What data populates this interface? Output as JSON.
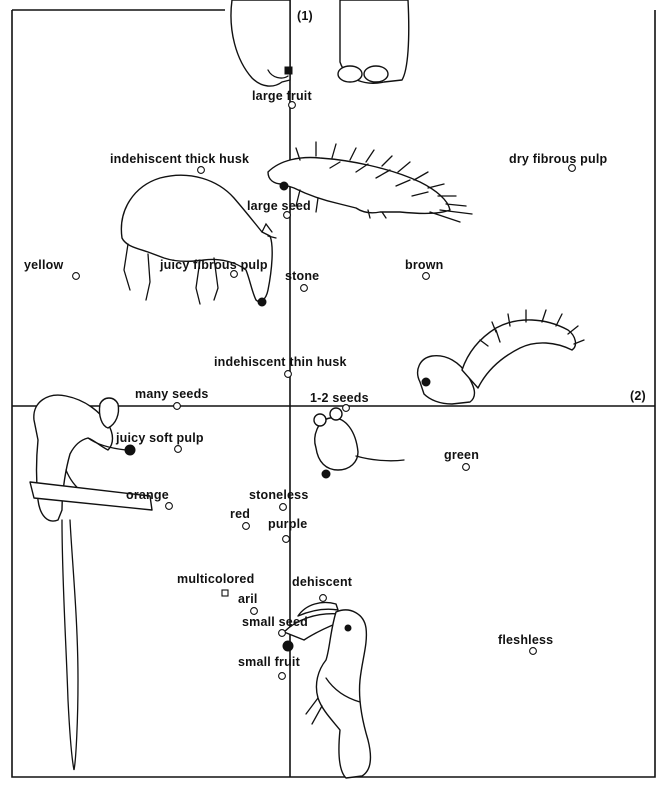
{
  "axes": {
    "axis1_label": "(1)",
    "axis2_label": "(2)"
  },
  "characters": [
    {
      "key": "large_fruit",
      "label": "large fruit",
      "marker": "circle"
    },
    {
      "key": "indehiscent_thick_husk",
      "label": "indehiscent thick husk",
      "marker": "circle"
    },
    {
      "key": "dry_fibrous_pulp",
      "label": "dry fibrous pulp",
      "marker": "circle"
    },
    {
      "key": "large_seed",
      "label": "large seed",
      "marker": "circle"
    },
    {
      "key": "yellow",
      "label": "yellow",
      "marker": "circle"
    },
    {
      "key": "juicy_fibrous_pulp",
      "label": "juicy fibrous pulp",
      "marker": "circle"
    },
    {
      "key": "stone",
      "label": "stone",
      "marker": "circle"
    },
    {
      "key": "brown",
      "label": "brown",
      "marker": "circle"
    },
    {
      "key": "indehiscent_thin_husk",
      "label": "indehiscent thin husk",
      "marker": "circle"
    },
    {
      "key": "many_seeds",
      "label": "many seeds",
      "marker": "circle"
    },
    {
      "key": "one_two_seeds",
      "label": "1-2 seeds",
      "marker": "circle"
    },
    {
      "key": "juicy_soft_pulp",
      "label": "juicy soft pulp",
      "marker": "circle"
    },
    {
      "key": "green",
      "label": "green",
      "marker": "circle"
    },
    {
      "key": "orange",
      "label": "orange",
      "marker": "circle"
    },
    {
      "key": "stoneless",
      "label": "stoneless",
      "marker": "circle"
    },
    {
      "key": "red",
      "label": "red",
      "marker": "circle"
    },
    {
      "key": "purple",
      "label": "purple",
      "marker": "circle"
    },
    {
      "key": "multicolored",
      "label": "multicolored",
      "marker": "square"
    },
    {
      "key": "dehiscent",
      "label": "dehiscent",
      "marker": "circle"
    },
    {
      "key": "aril",
      "label": "aril",
      "marker": "circle"
    },
    {
      "key": "small_seed",
      "label": "small seed",
      "marker": "circle"
    },
    {
      "key": "fleshless",
      "label": "fleshless",
      "marker": "circle"
    },
    {
      "key": "small_fruit",
      "label": "small fruit",
      "marker": "circle"
    }
  ],
  "animals": [
    "elephant-foot-icon",
    "porcupine-icon",
    "deer-icon",
    "squirrel-icon",
    "monkey-icon",
    "rodent-icon",
    "hornbill-icon"
  ],
  "colors": {
    "ink": "#111111",
    "background": "#ffffff"
  }
}
